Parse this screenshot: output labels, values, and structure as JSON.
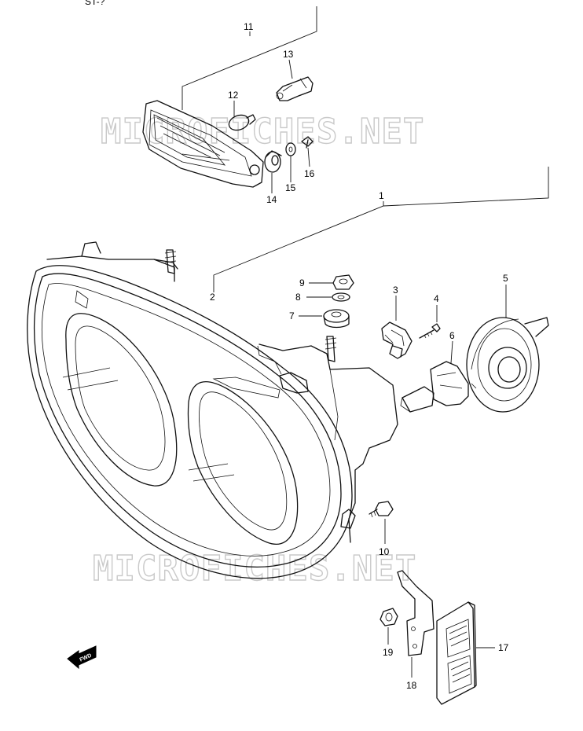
{
  "header": {
    "fragment": "ST-?"
  },
  "watermark": {
    "text": "MICROFICHES.NET"
  },
  "fwd_label": "FWD",
  "parts": [
    {
      "no": "1"
    },
    {
      "no": "2"
    },
    {
      "no": "3"
    },
    {
      "no": "4"
    },
    {
      "no": "5"
    },
    {
      "no": "6"
    },
    {
      "no": "7"
    },
    {
      "no": "8"
    },
    {
      "no": "9"
    },
    {
      "no": "10"
    },
    {
      "no": "11"
    },
    {
      "no": "12"
    },
    {
      "no": "13"
    },
    {
      "no": "14"
    },
    {
      "no": "15"
    },
    {
      "no": "16"
    },
    {
      "no": "17"
    },
    {
      "no": "18"
    },
    {
      "no": "19"
    }
  ]
}
